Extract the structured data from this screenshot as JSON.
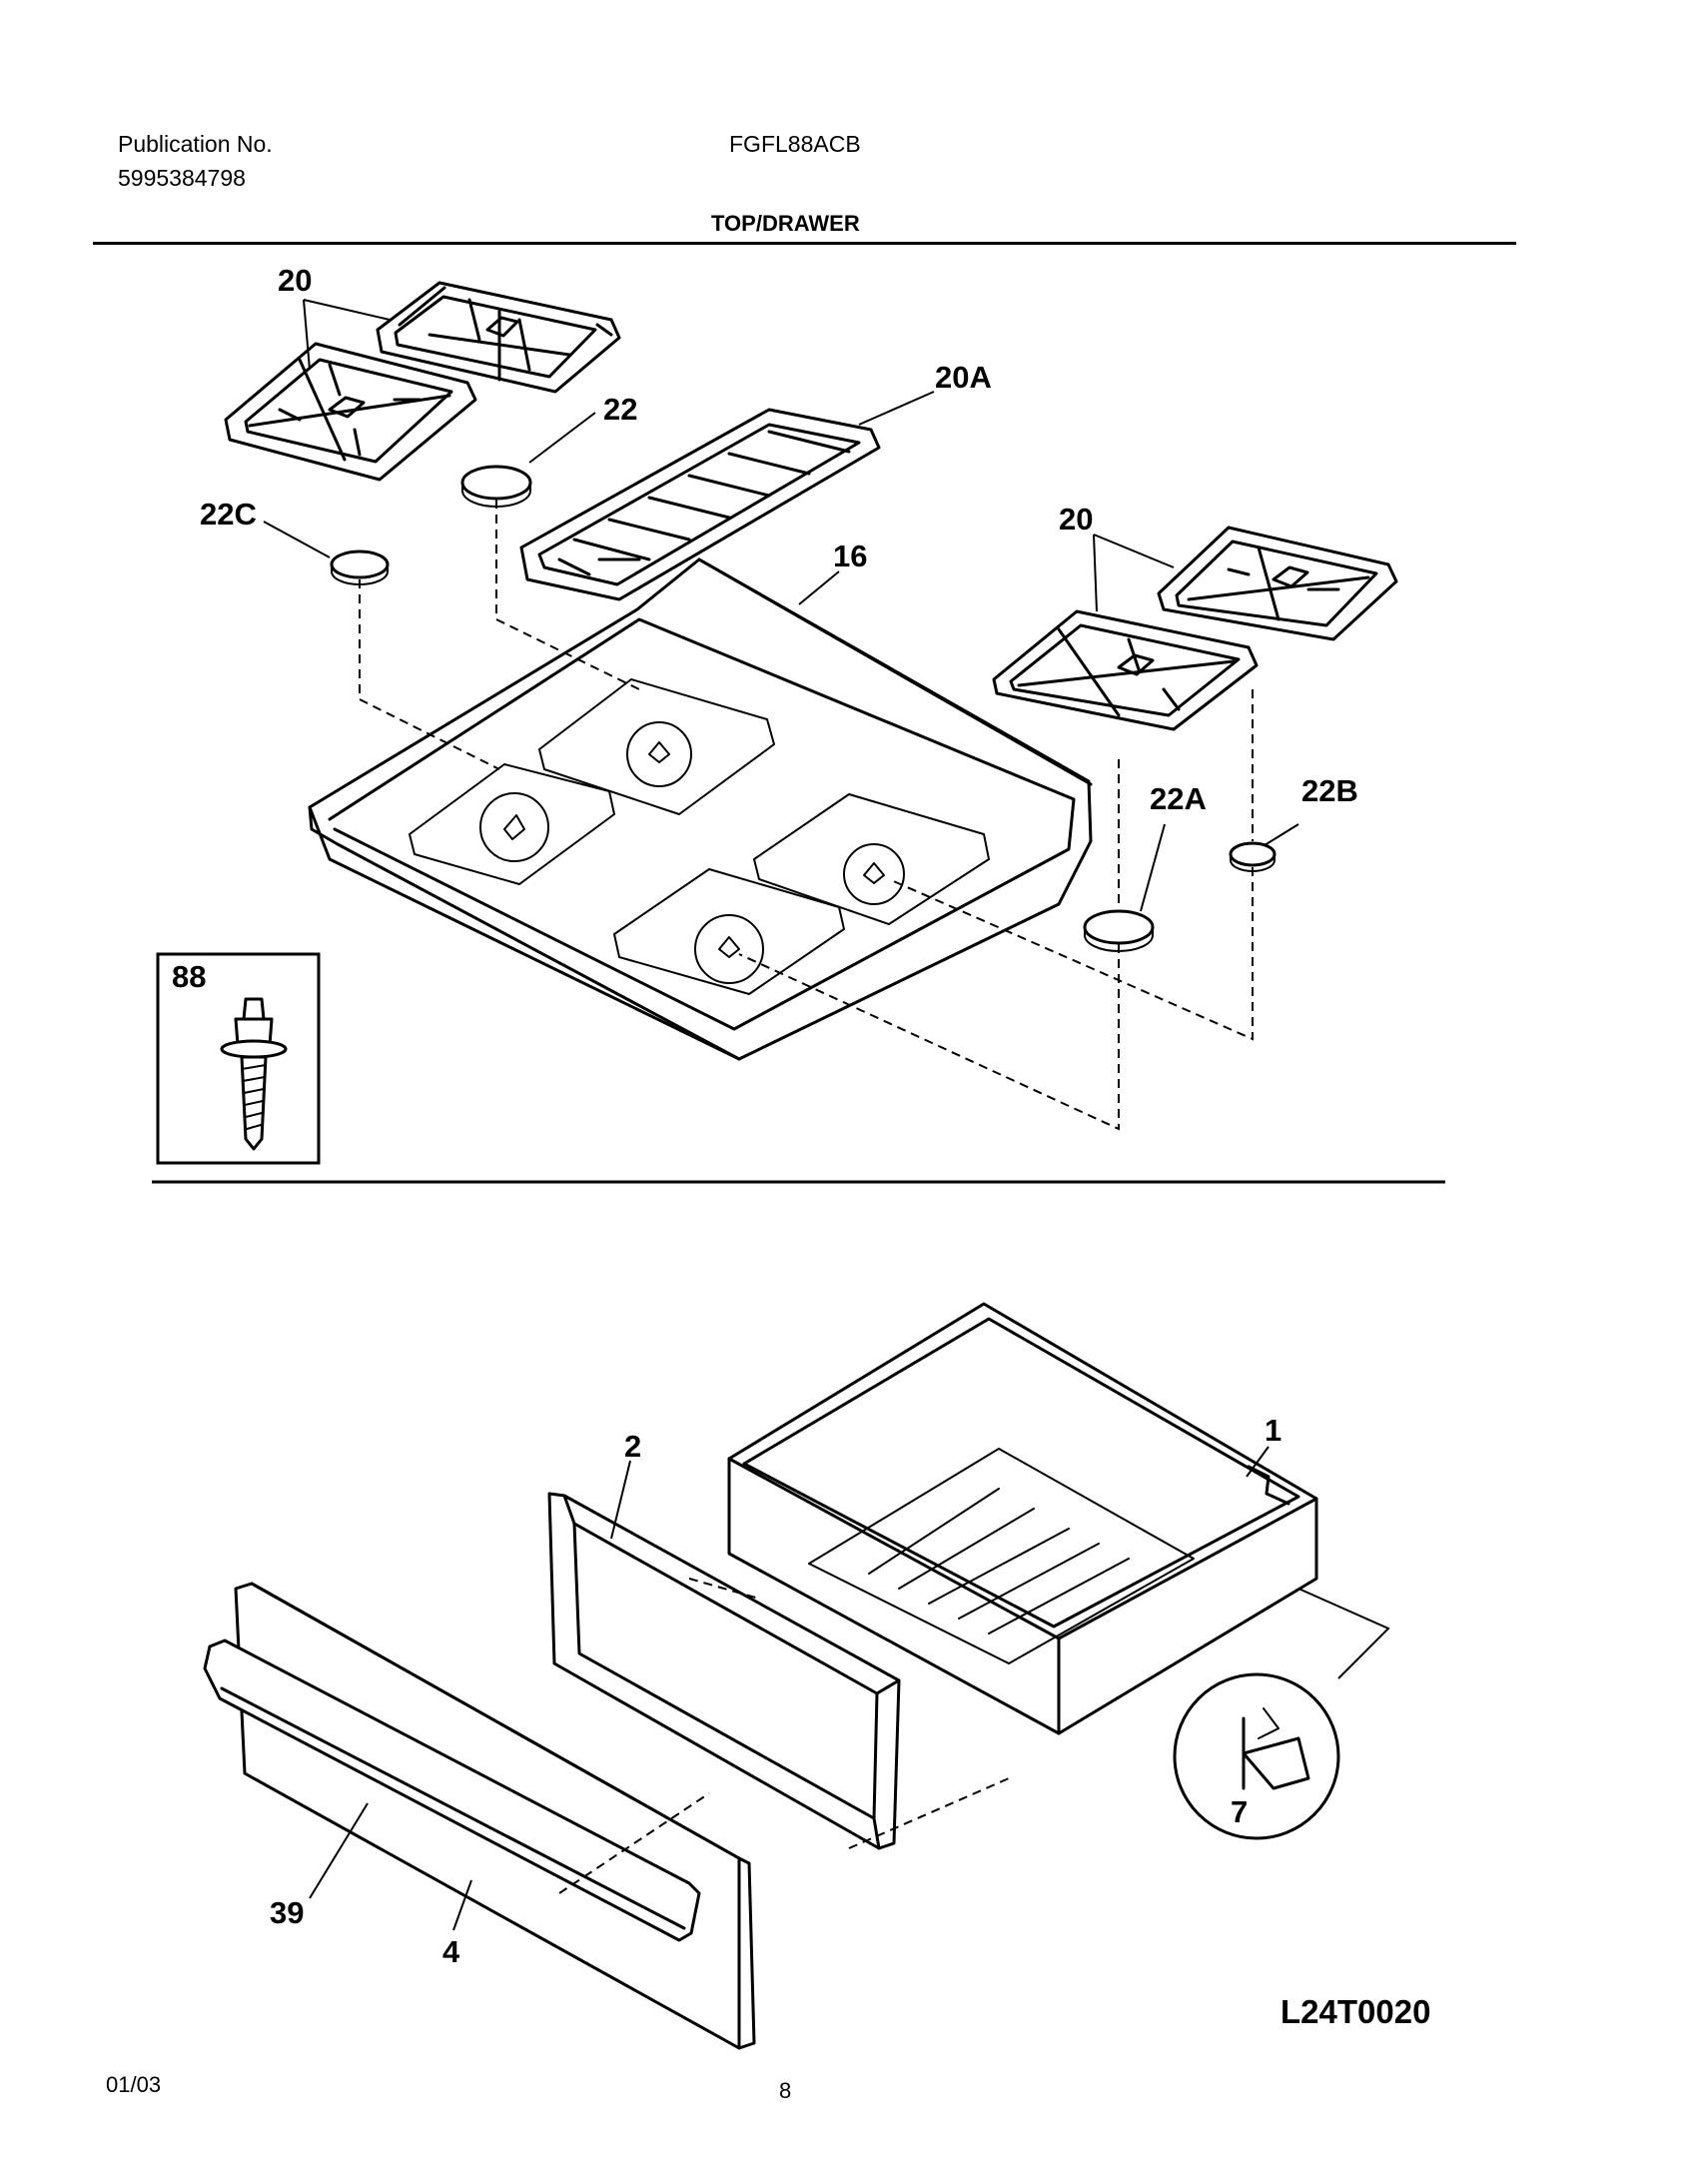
{
  "header": {
    "publication_label": "Publication No.",
    "publication_number": "5995384798",
    "model": "FGFL88ACB",
    "section_title": "TOP/DRAWER"
  },
  "top_assembly": {
    "callouts": {
      "grates_left": "20",
      "center_grate": "20A",
      "grates_right": "20",
      "cap_22": "22",
      "cap_22C": "22C",
      "cap_22A": "22A",
      "cap_22B": "22B",
      "cooktop": "16",
      "screw_stud": "88"
    }
  },
  "drawer_assembly": {
    "callouts": {
      "drawer_body": "1",
      "drawer_front_frame": "2",
      "drawer_panel": "4",
      "handle_trim": "39",
      "clip": "7"
    }
  },
  "drawing_code": "L24T0020",
  "footer": {
    "date": "01/03",
    "page_number": "8"
  }
}
